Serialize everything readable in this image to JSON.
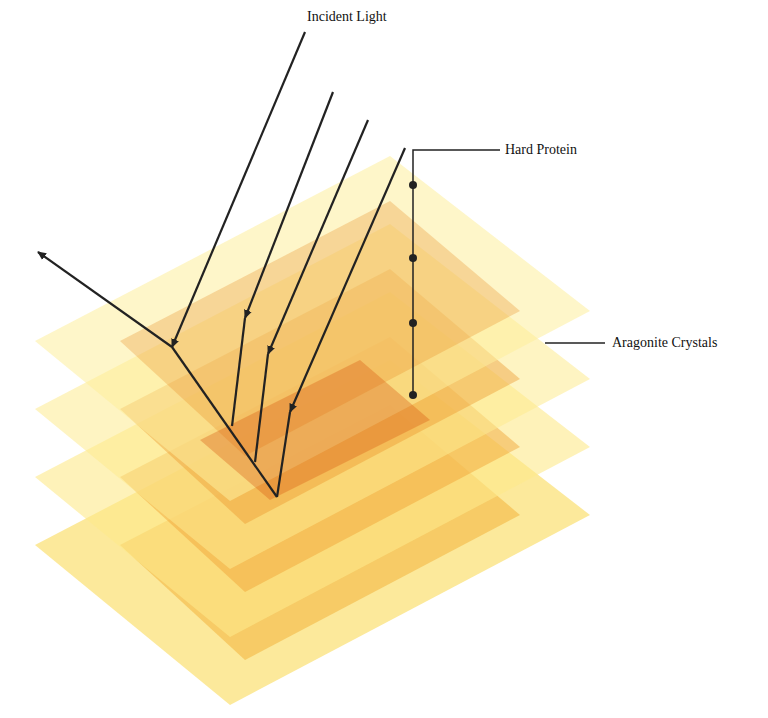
{
  "diagram": {
    "labels": [
      "Incident Light",
      "Hard Protein",
      "Aragonite Crystals"
    ]
  }
}
